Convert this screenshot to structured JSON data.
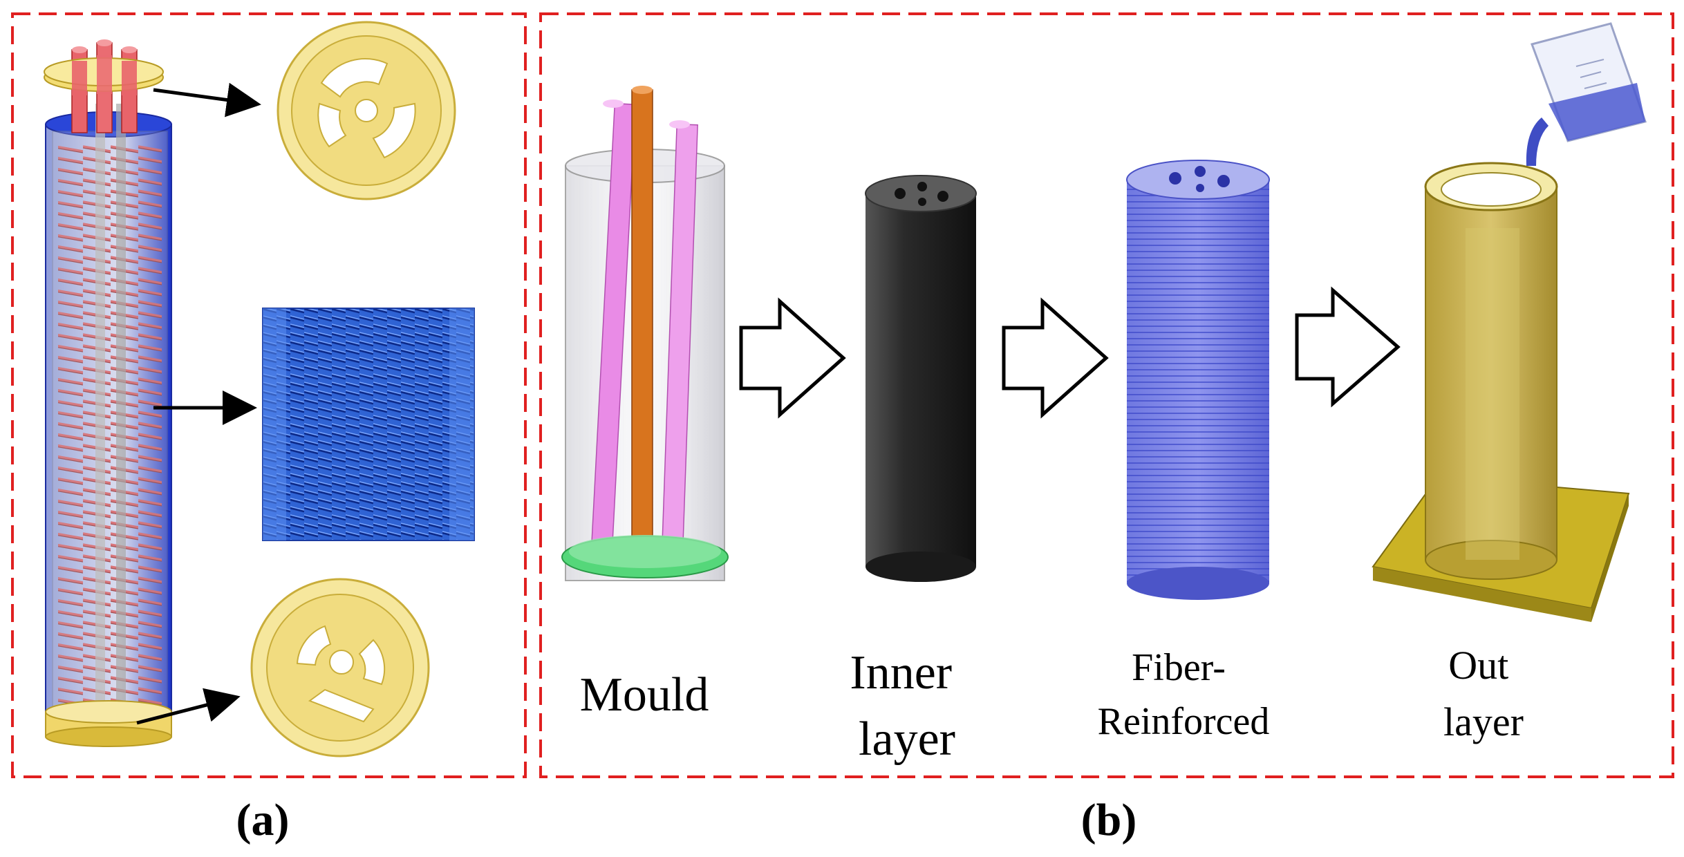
{
  "panels": {
    "a": {
      "caption": "(a)"
    },
    "b": {
      "caption": "(b)",
      "steps": [
        {
          "label_lines": [
            "Mould"
          ]
        },
        {
          "label_lines": [
            "Inner",
            "layer"
          ]
        },
        {
          "label_lines": [
            "Fiber-",
            "Reinforced"
          ]
        },
        {
          "label_lines": [
            "Out",
            "layer"
          ]
        }
      ]
    }
  },
  "colors": {
    "frame": "#e02020",
    "cap": "#f3e08a",
    "pipe_red": "#e8646a",
    "sleeve_blue": "#1f3fcf",
    "fiber_blue": "#3a6fd8",
    "mould_pink": "#e98be6",
    "mould_orange": "#d8741e",
    "mould_green": "#55d77a",
    "inner_black": "#2a2a2a",
    "outer_gold": "#c8b14a"
  }
}
